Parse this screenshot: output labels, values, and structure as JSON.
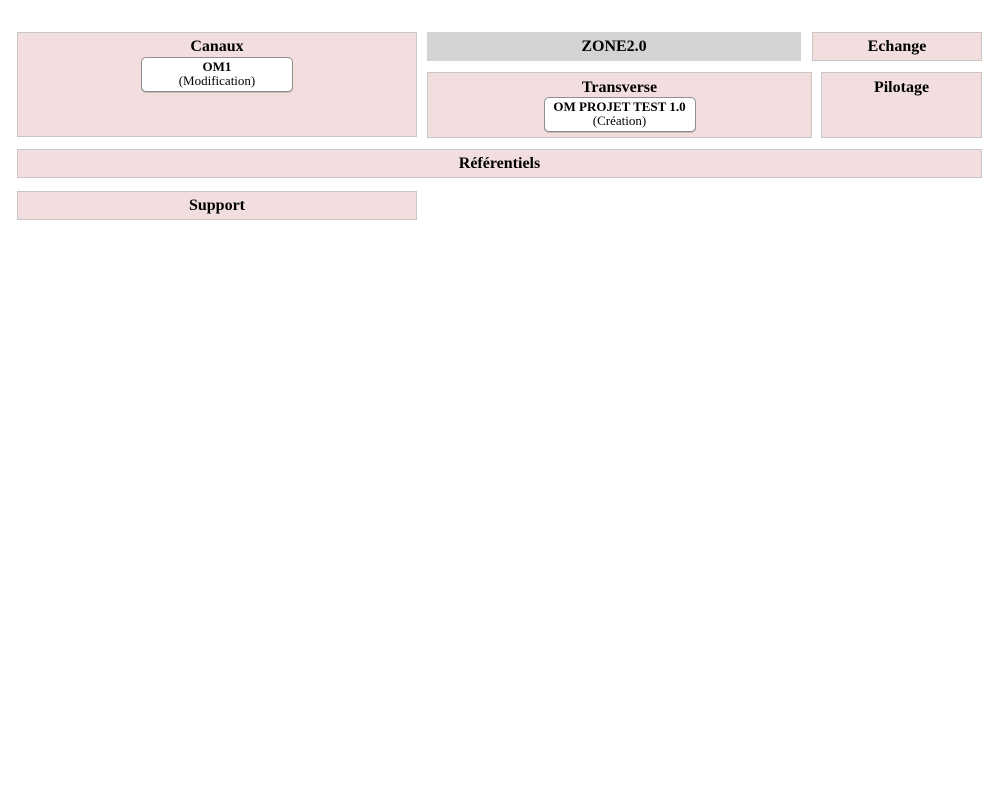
{
  "colors": {
    "panel_pink": "#f2dede",
    "panel_gray": "#d3d3d3",
    "panel_border": "#c9c6c6",
    "button_border": "#8f8f8f",
    "text": "#000000",
    "page_background": "#ffffff"
  },
  "panels": {
    "canaux": {
      "title": "Canaux",
      "button": {
        "line1": "OM1",
        "line2": "(Modification)"
      }
    },
    "zone": {
      "title": "ZONE2.0"
    },
    "echange": {
      "title": "Echange"
    },
    "transverse": {
      "title": "Transverse",
      "button": {
        "line1": "OM PROJET TEST 1.0",
        "line2": "(Création)"
      }
    },
    "pilotage": {
      "title": "Pilotage"
    },
    "referentiels": {
      "title": "Référentiels"
    },
    "support": {
      "title": "Support"
    }
  }
}
